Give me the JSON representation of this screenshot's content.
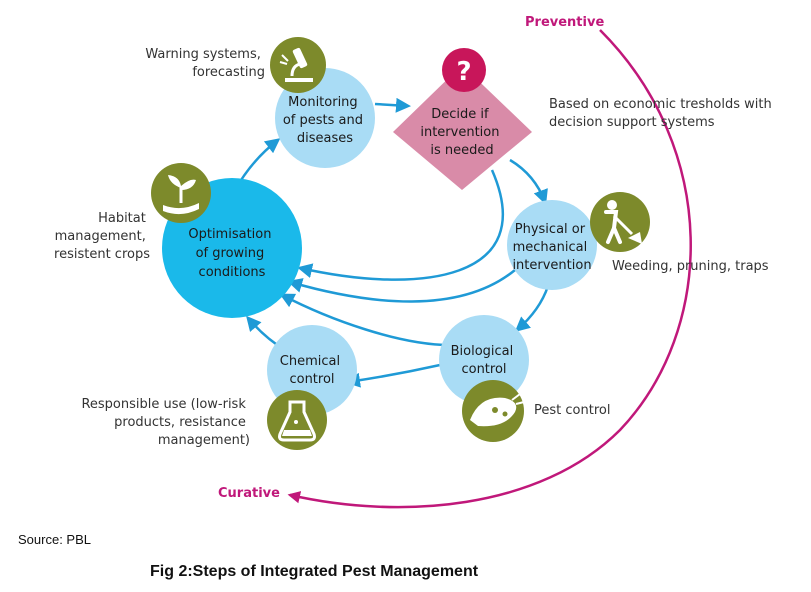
{
  "colors": {
    "stage_fill": "#a9dcf5",
    "center_fill": "#1ab9ea",
    "decision_fill": "#d98ba8",
    "icon_fill": "#7d8a2b",
    "question_fill": "#c8165a",
    "arrow": "#1f9ad6",
    "curve": "#c0187a"
  },
  "labels": {
    "preventive": "Preventive",
    "curative": "Curative"
  },
  "stages": {
    "monitoring": [
      "Monitoring",
      "of pests and",
      "diseases"
    ],
    "decide": [
      "Decide if",
      "intervention",
      "is needed"
    ],
    "decide_symbol": "?",
    "physical": [
      "Physical or",
      "mechanical",
      "intervention"
    ],
    "biological": [
      "Biological",
      "control"
    ],
    "chemical": [
      "Chemical",
      "control"
    ],
    "optimisation": [
      "Optimisation",
      "of growing",
      "conditions"
    ]
  },
  "notes": {
    "monitoring": [
      "Warning systems,",
      "forecasting"
    ],
    "decide": [
      "Based on economic tresholds with",
      "decision support systems"
    ],
    "physical": [
      "Weeding, pruning, traps"
    ],
    "biological": [
      "Pest control"
    ],
    "chemical": [
      "Responsible use (low-risk",
      "products, resistance",
      "management)"
    ],
    "optimisation": [
      "Habitat",
      "management,",
      "resistent crops"
    ]
  },
  "icons": {
    "monitoring": "microscope-icon",
    "physical": "worker-shovel-icon",
    "biological": "ladybug-icon",
    "chemical": "flask-icon",
    "optimisation": "seedling-hand-icon"
  },
  "source": "Source: PBL",
  "caption": "Fig 2:Steps of Integrated Pest Management"
}
